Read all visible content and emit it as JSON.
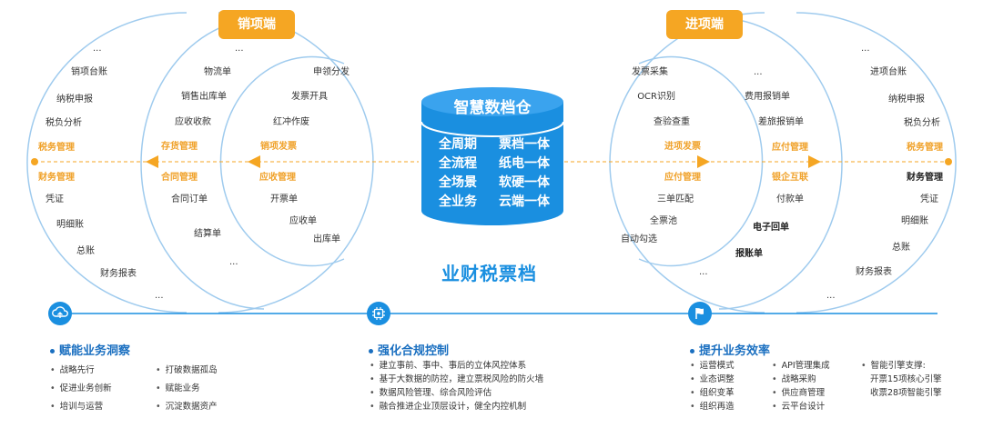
{
  "left_header": "销项端",
  "right_header": "进项端",
  "center_title": "业财税票档",
  "db": {
    "title": "智慧数档仓",
    "rows": [
      [
        "全周期",
        "票档一体"
      ],
      [
        "全流程",
        "纸电一体"
      ],
      [
        "全场景",
        "软硬一体"
      ],
      [
        "全业务",
        "云端一体"
      ]
    ]
  },
  "left_outer": [
    "...",
    "销项台账",
    "纳税申报",
    "税负分析",
    "税务管理",
    "财务管理",
    "凭证",
    "明细账",
    "总账",
    "财务报表",
    "..."
  ],
  "left_middle": [
    "...",
    "物流单",
    "销售出库单",
    "应收收款",
    "存货管理",
    "合同管理",
    "合同订单",
    "结算单",
    "..."
  ],
  "left_inner": [
    "申领分发",
    "发票开具",
    "红冲作废",
    "销项发票",
    "应收管理",
    "开票单",
    "应收单",
    "出库单"
  ],
  "right_inner": [
    "发票采集",
    "OCR识别",
    "查验查重",
    "进项发票",
    "应付管理",
    "三单匹配",
    "全票池",
    "自动勾选"
  ],
  "right_middle": [
    "...",
    "费用报销单",
    "差旅报销单",
    "应付管理",
    "银企互联",
    "付款单",
    "电子回单",
    "报账单",
    "..."
  ],
  "right_outer": [
    "...",
    "进项台账",
    "纳税申报",
    "税负分析",
    "税务管理",
    "财务管理",
    "凭证",
    "明细账",
    "总账",
    "财务报表",
    "..."
  ],
  "sections": [
    {
      "title": "赋能业务洞察",
      "icon": "cloud-icon",
      "col1": [
        "战略先行",
        "促进业务创新",
        "培训与运营"
      ],
      "col2": [
        "打破数据孤岛",
        "赋能业务",
        "沉淀数据资产"
      ]
    },
    {
      "title": "强化合规控制",
      "icon": "chip-icon",
      "col1": [
        "建立事前、事中、事后的立体风控体系",
        "基于大数据的防控，建立票税风险的防火墙",
        "数据风险管理、综合风险评估",
        "融合推进企业顶层设计，健全内控机制"
      ],
      "col2": []
    },
    {
      "title": "提升业务效率",
      "icon": "flag-icon",
      "col1": [
        "运营模式",
        "业态调整",
        "组织变革",
        "组织再造"
      ],
      "col2": [
        "API管理集成",
        "战略采购",
        "供应商管理",
        "云平台设计"
      ],
      "col3": [
        "智能引擎支撑:",
        "开票15项核心引擎",
        "收票28项智能引擎"
      ]
    }
  ],
  "colors": {
    "blue": "#1a8fe0",
    "orange": "#f5a623",
    "ring": "#9fcbee"
  }
}
